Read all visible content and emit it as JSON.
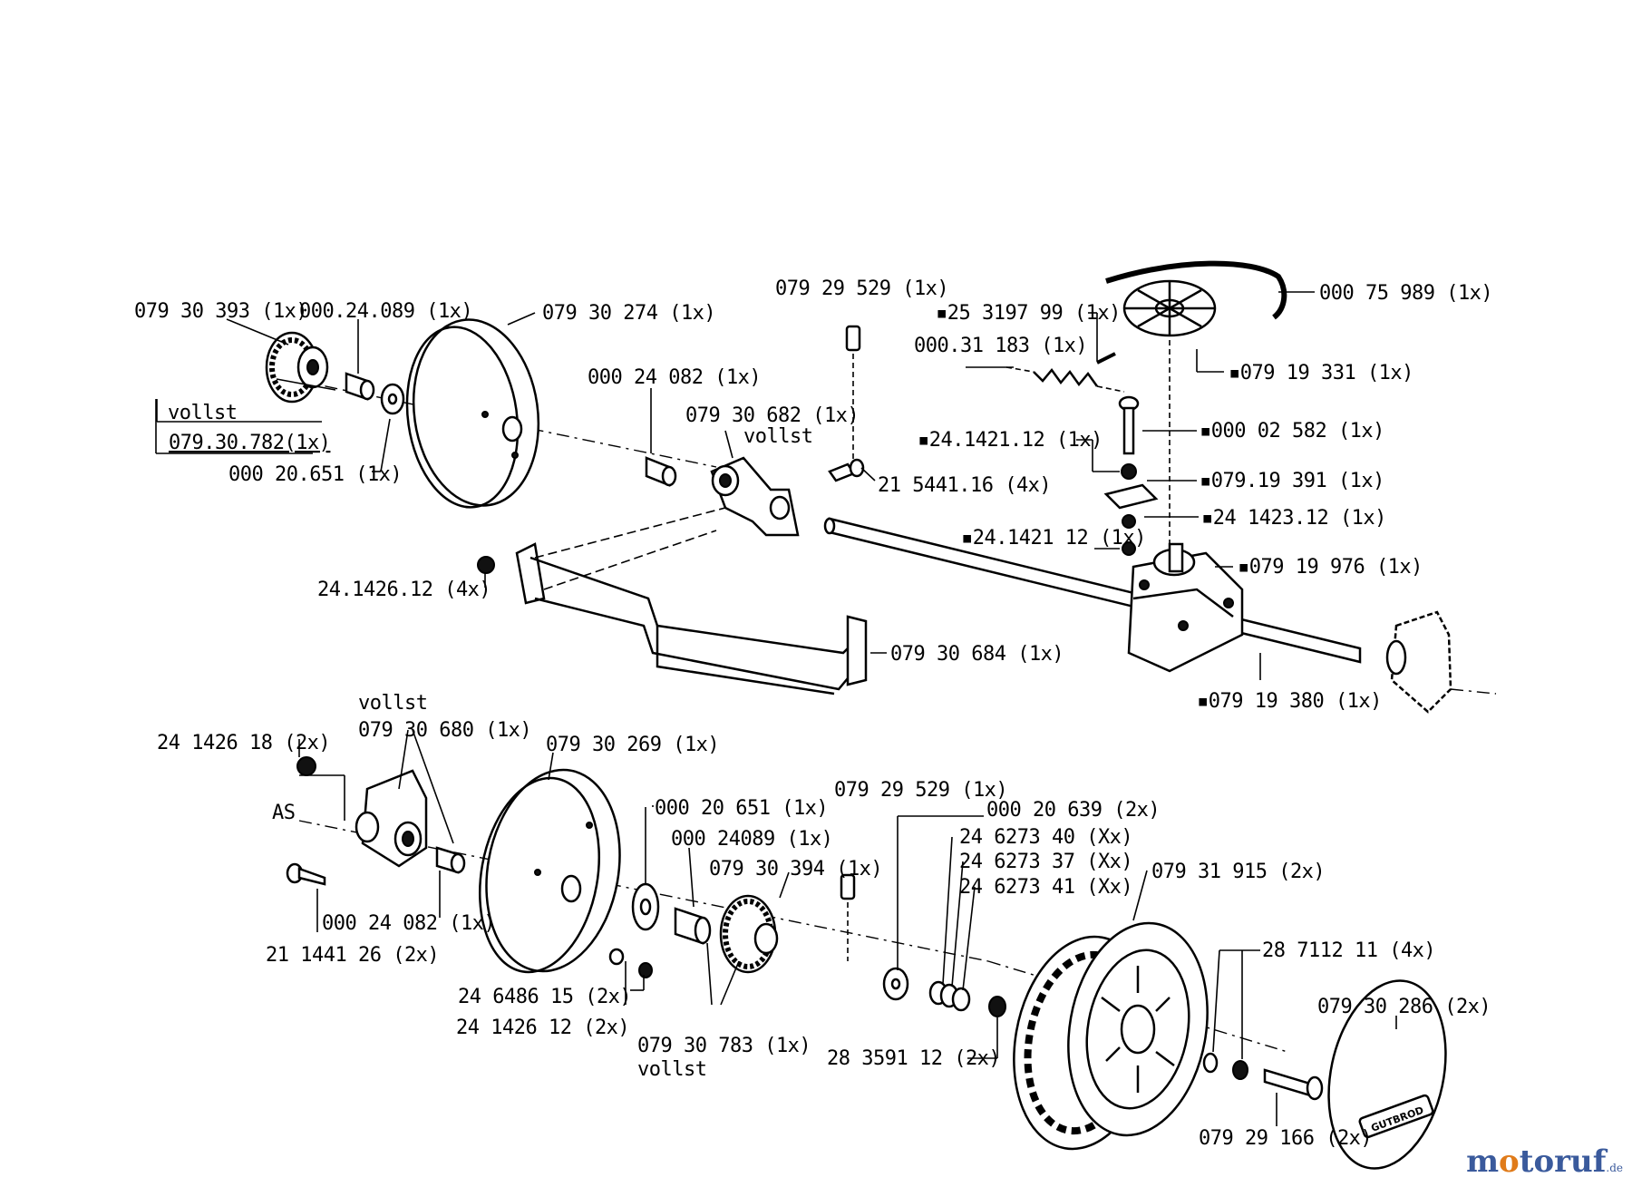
{
  "labels": {
    "l01": "079 30 393 (1x)",
    "l02": "000.24.089 (1x)",
    "l03": "079 30 274  (1x)",
    "l04": "vollst",
    "l05": "079.30.782(1x)",
    "l06": "000 20.651 (1x)",
    "l07": "000 24 082 (1x)",
    "l08": "079 30 682 (1x)",
    "l09": "vollst",
    "l10": "079 29 529 (1x)",
    "l11": "21 5441.16 (4x)",
    "l12": "24.1426.12 (4x)",
    "l13": "079 30 684 (1x)",
    "l14": "▪25 3197 99 (1x)",
    "l15": "000 75 989 (1x)",
    "l16": "000.31 183 (1x)",
    "l17": "▪079 19 331 (1x)",
    "l18": "▪24.1421.12 (1x)",
    "l19": "▪000 02 582 (1x)",
    "l20": "▪079.19 391 (1x)",
    "l21": "▪24 1423.12 (1x)",
    "l22": "▪24.1421 12 (1x)",
    "l23": "▪079 19 976 (1x)",
    "l24": "▪079 19 380 (1x)",
    "l25": "vollst",
    "l26": "079 30 680 (1x)",
    "l27": "24 1426 18 (2x)",
    "l28": "AS",
    "l29": "079 30 269 (1x)",
    "l30": "000 20 651 (1x)",
    "l31": "000 24089 (1x)",
    "l32": "079 30 394 (1x)",
    "l33": "079 29 529 (1x)",
    "l34": "000 20 639 (2x)",
    "l35": "24 6273 40 (Xx)",
    "l36": "24 6273 37 (Xx)",
    "l37": "24 6273 41 (Xx)",
    "l38": "079 31 915 (2x)",
    "l39": "000 24 082 (1x)",
    "l40": "21 1441 26 (2x)",
    "l41": "24 6486 15 (2x)",
    "l42": "24 1426 12 (2x)",
    "l43": "079 30 783 (1x)",
    "l44": "vollst",
    "l45": "28 3591 12 (2x)",
    "l46": "28 7112 11 (4x)",
    "l47": "079 30 286  (2x)",
    "l48": "079 29 166 (2x)",
    "cap_brand": "GUTBROD"
  },
  "watermark": {
    "text_a": "m",
    "text_b": "o",
    "text_c": "toruf",
    "suffix": ".de"
  },
  "colors": {
    "ink": "#000000",
    "watermark_blue": "#3a5a9c",
    "watermark_orange": "#e07b1a"
  }
}
